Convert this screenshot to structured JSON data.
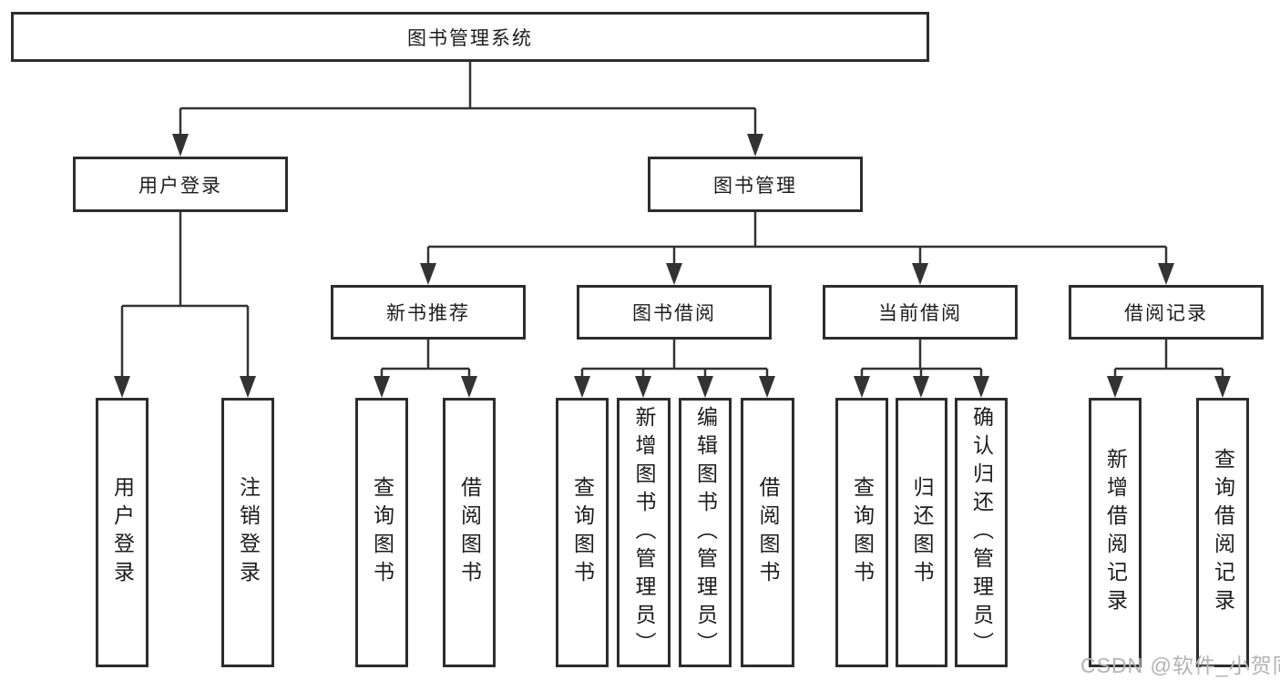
{
  "colors": {
    "line": "#333333",
    "box_border": "#2d2d2d",
    "box_fill": "#ffffff",
    "text": "#1c1c1c",
    "watermark": "#b3b3b3",
    "background": "#ffffff"
  },
  "watermark": {
    "text": "CSDN @软件_小贺同学"
  },
  "tree": {
    "root": {
      "label": "图书管理系统"
    },
    "branches": [
      {
        "label": "用户登录",
        "children": [
          {
            "label": "用户登录"
          },
          {
            "label": "注销登录"
          }
        ]
      },
      {
        "label": "图书管理",
        "children": [
          {
            "label": "新书推荐",
            "children": [
              {
                "label": "查询图书"
              },
              {
                "label": "借阅图书"
              }
            ]
          },
          {
            "label": "图书借阅",
            "children": [
              {
                "label": "查询图书"
              },
              {
                "label": "新增图书（管理员）"
              },
              {
                "label": "编辑图书（管理员）"
              },
              {
                "label": "借阅图书"
              }
            ]
          },
          {
            "label": "当前借阅",
            "children": [
              {
                "label": "查询图书"
              },
              {
                "label": "归还图书"
              },
              {
                "label": "确认归还（管理员）"
              }
            ]
          },
          {
            "label": "借阅记录",
            "children": [
              {
                "label": "新增借阅记录"
              },
              {
                "label": "查询借阅记录"
              }
            ]
          }
        ]
      }
    ]
  }
}
